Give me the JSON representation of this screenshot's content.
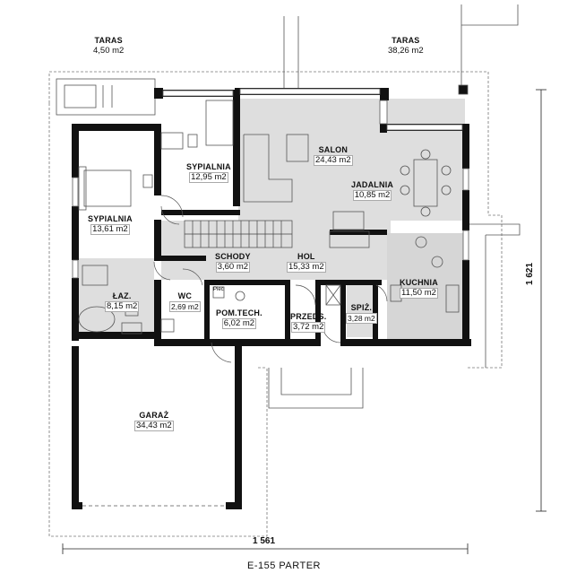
{
  "rooms": [
    {
      "id": "taras-left",
      "name": "TARAS",
      "area": "4,50 m2"
    },
    {
      "id": "taras-right",
      "name": "TARAS",
      "area": "38,26 m2"
    },
    {
      "id": "salon",
      "name": "SALON",
      "area": "24,43 m2"
    },
    {
      "id": "sypialnia-1",
      "name": "SYPIALNIA",
      "area": "12,95 m2"
    },
    {
      "id": "jadalnia",
      "name": "JADALNIA",
      "area": "10,85 m2"
    },
    {
      "id": "sypialnia-2",
      "name": "SYPIALNIA",
      "area": "13,61 m2"
    },
    {
      "id": "schody",
      "name": "SCHODY",
      "area": "3,60 m2"
    },
    {
      "id": "hol",
      "name": "HOL",
      "area": "15,33 m2"
    },
    {
      "id": "kuchnia",
      "name": "KUCHNIA",
      "area": "11,50 m2"
    },
    {
      "id": "laz",
      "name": "ŁAZ.",
      "area": "8,15 m2"
    },
    {
      "id": "wc",
      "name": "WC",
      "area": "2,69 m2"
    },
    {
      "id": "pom-tech",
      "name": "POM.TECH.",
      "area": "6,02 m2"
    },
    {
      "id": "przeds",
      "name": "PRZEDS.",
      "area": "3,72 m2"
    },
    {
      "id": "spiz",
      "name": "SPIŻ.",
      "area": "3,28 m2"
    },
    {
      "id": "garaz",
      "name": "GARAŻ",
      "area": "34,43 m2"
    }
  ],
  "dimensions": {
    "width": "1 561",
    "height": "1 621"
  },
  "small_text": {
    "piec": "Piec"
  },
  "title": "E-155 PARTER",
  "colors": {
    "wall": "#111111",
    "floor_tiles": "#dcdcdc",
    "furniture": "#555555"
  }
}
